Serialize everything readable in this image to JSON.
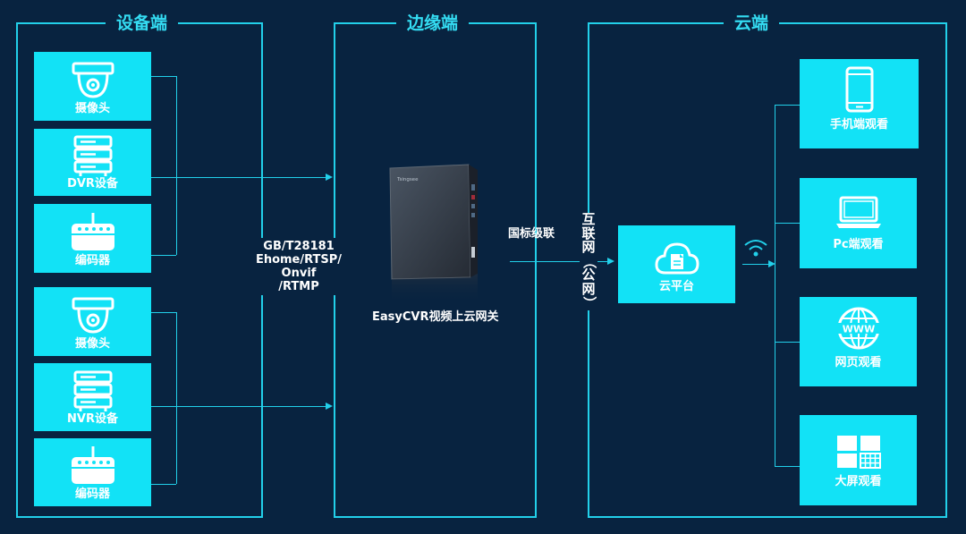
{
  "columns": {
    "device": {
      "title": "设备端"
    },
    "edge": {
      "title": "边缘端"
    },
    "cloud": {
      "title": "云端"
    }
  },
  "devices": [
    {
      "label": "摄像头",
      "icon": "dome-camera-icon"
    },
    {
      "label": "DVR设备",
      "icon": "server-rack-icon"
    },
    {
      "label": "编码器",
      "icon": "encoder-icon"
    },
    {
      "label": "摄像头",
      "icon": "dome-camera-icon"
    },
    {
      "label": "NVR设备",
      "icon": "server-rack-icon"
    },
    {
      "label": "编码器",
      "icon": "encoder-icon"
    }
  ],
  "protocols": [
    "GB/T28181",
    "Ehome/RTSP/",
    "Onvif",
    "/RTMP"
  ],
  "gateway": {
    "label": "EasyCVR视频上云网关",
    "brand": "Tsingsee"
  },
  "link": {
    "label": "国标级联"
  },
  "internet": {
    "label": "互联网（公网）",
    "chars": [
      "互",
      "联",
      "网",
      "（",
      "公",
      "网",
      "）"
    ]
  },
  "cloud_platform": {
    "label": "云平台",
    "icon": "cloud-icon"
  },
  "wifi": {
    "icon": "wifi-icon"
  },
  "viewers": [
    {
      "label": "手机端观看",
      "icon": "smartphone-icon"
    },
    {
      "label": "Pc端观看",
      "icon": "laptop-icon"
    },
    {
      "label": "网页观看",
      "icon": "globe-www-icon"
    },
    {
      "label": "大屏观看",
      "icon": "video-wall-icon"
    }
  ],
  "colors": {
    "background": "#082340",
    "line": "#22d0ea",
    "card": "#12e2f6",
    "title": "#34dcf2"
  }
}
